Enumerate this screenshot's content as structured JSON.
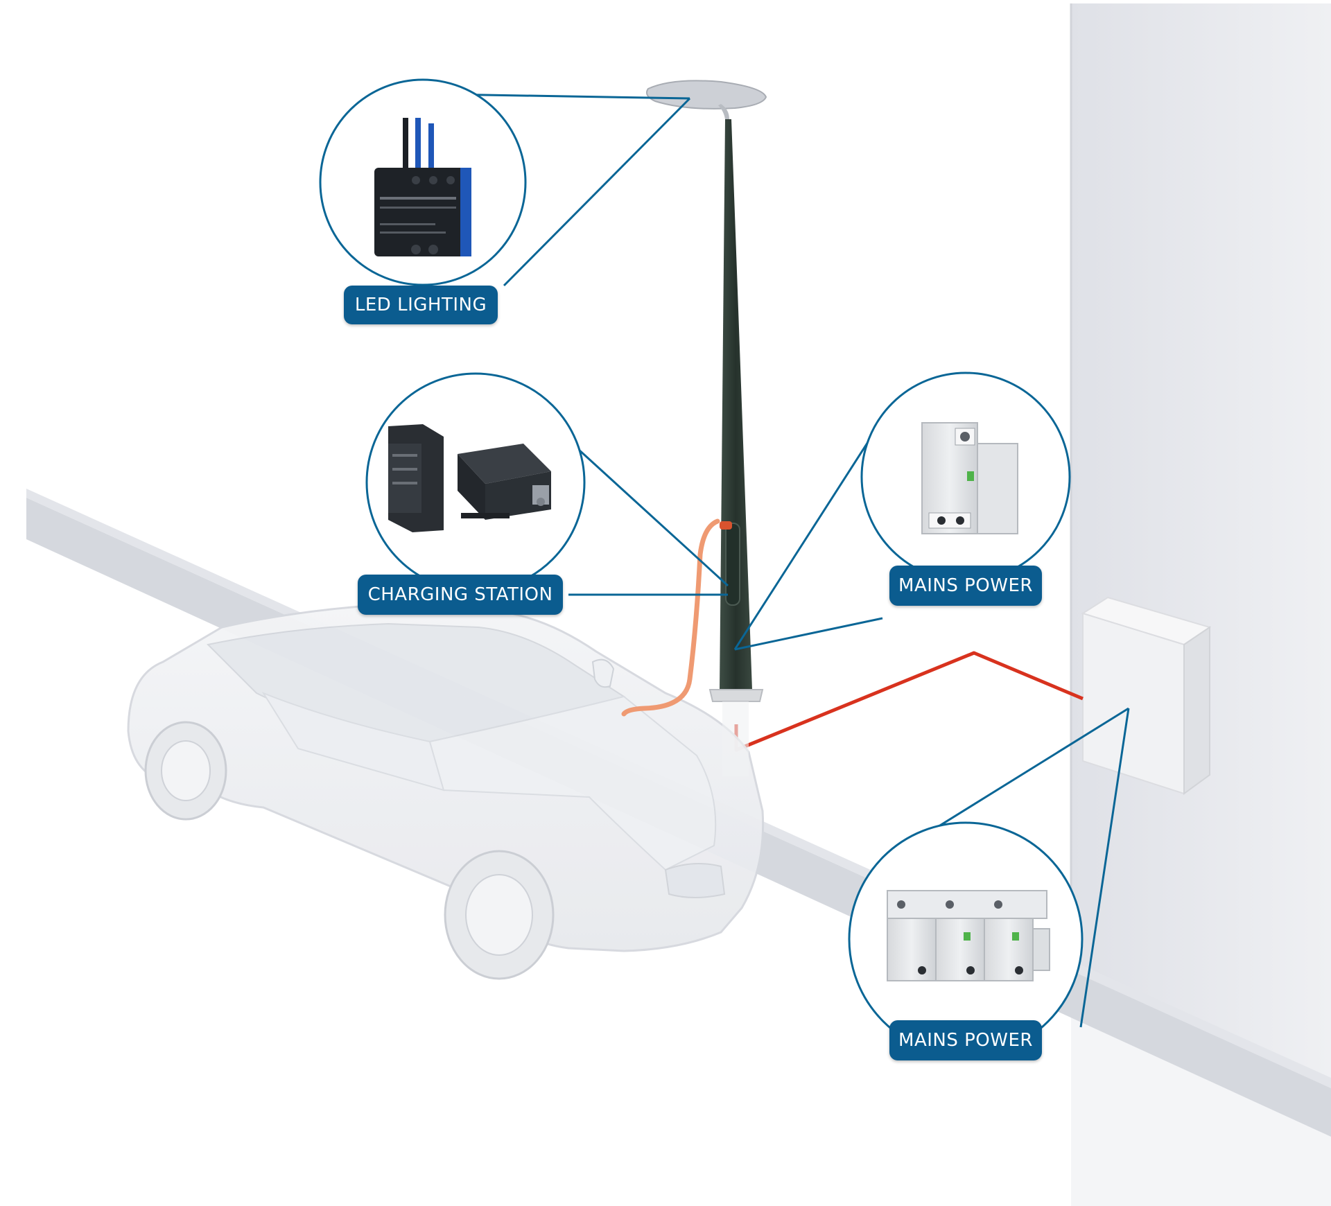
{
  "callouts": {
    "led_lighting": "LED LIGHTING",
    "charging_station": "CHARGING STATION",
    "mains_power_upper": "MAINS POWER",
    "mains_power_lower": "MAINS POWER"
  },
  "colors": {
    "label_bg": "#0b5c8f",
    "callout_line": "#0a6696",
    "feed_cable": "#d8321e",
    "charging_cable": "#ef9a72",
    "pole": "#2f3d36",
    "wall": "#e9eaee",
    "curb": "#d3d6dd"
  },
  "icons": {
    "lamp": "street-lamp-head-icon",
    "spd_module": "surge-protector-module-icon",
    "din_rail_spd": "din-rail-surge-protector-icon",
    "car": "electric-car-icon",
    "cabinet": "electrical-cabinet-icon"
  }
}
